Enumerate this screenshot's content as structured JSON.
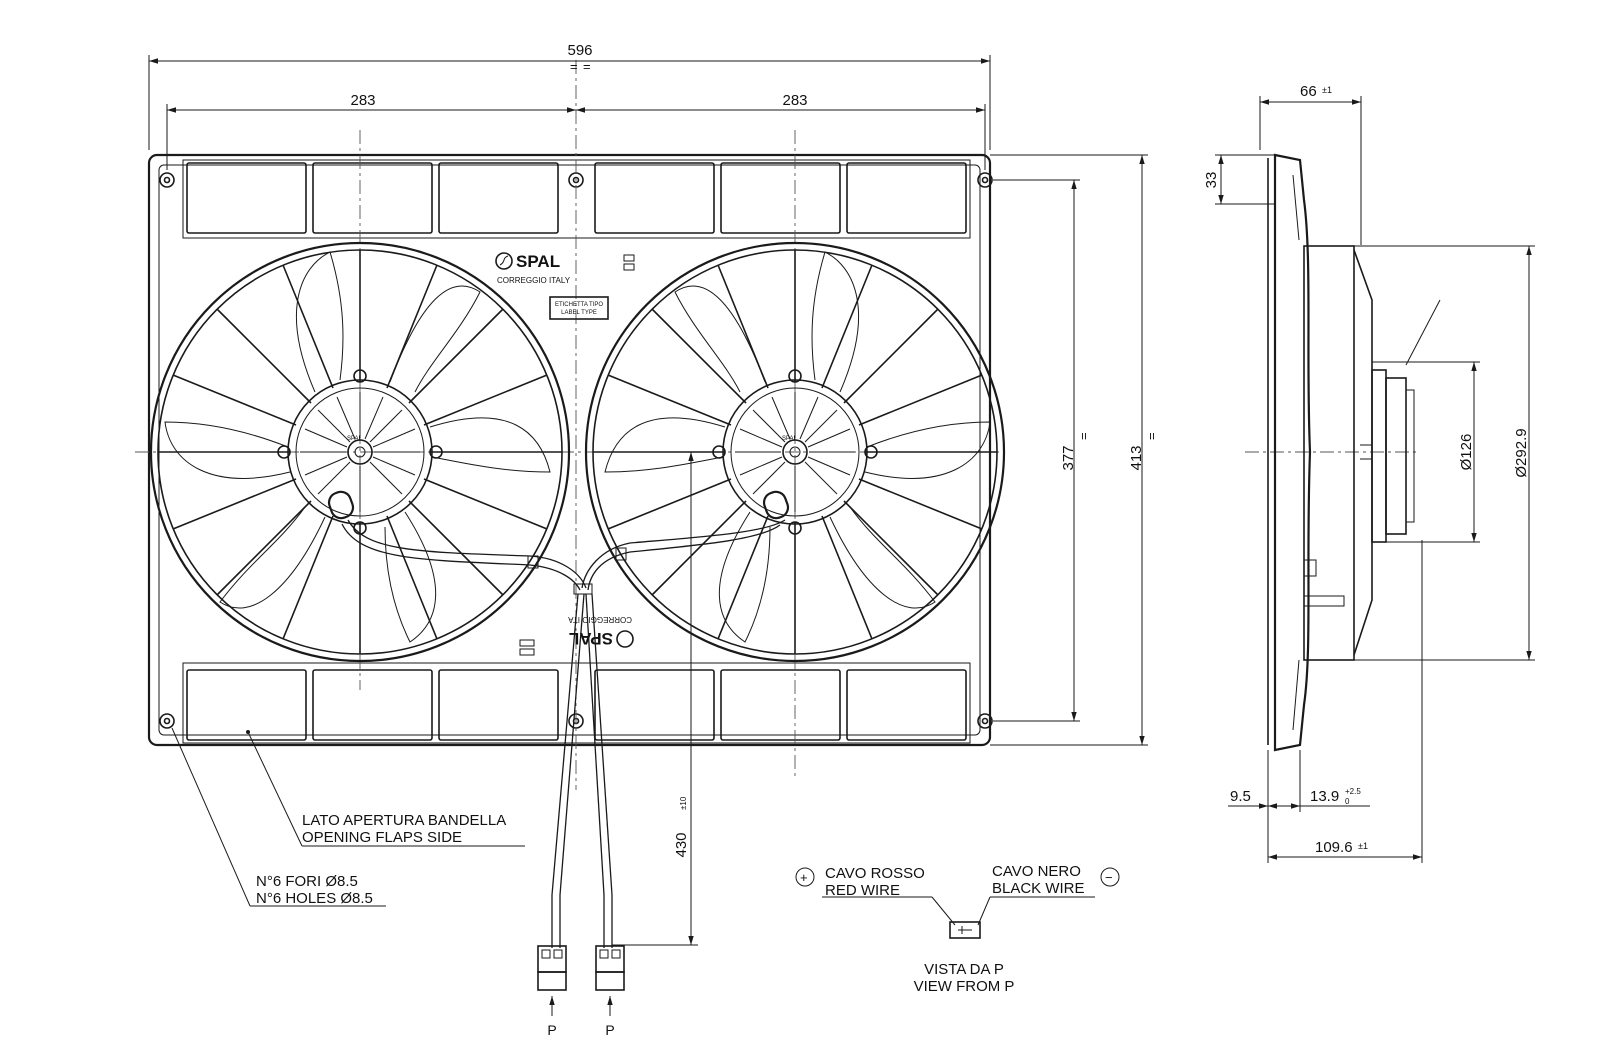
{
  "dimensions": {
    "overall_width": "596",
    "half_left": "283",
    "half_right": "283",
    "height_holes": "377",
    "height_overall": "413",
    "side_depth_top": "66",
    "side_depth_top_tol": "±1",
    "side_top_offset": "33",
    "side_motor_dia": "Ø126",
    "side_fan_dia": "Ø292.9",
    "side_flange": "9.5",
    "side_flap": "13.9",
    "side_flap_tol_sup": "+2.5",
    "side_flap_tol_sub": "0",
    "side_total": "109.6",
    "side_total_tol": "±1",
    "cable_length": "430",
    "cable_length_tol": "±10",
    "equal_mark": "="
  },
  "labels": {
    "brand": "SPAL",
    "brand_sub": "CORREGGIO   ITALY",
    "brand_sub_mirror": "CORREGGIO   ITA",
    "label_box_line1": "ETICHETTA TIPO",
    "label_box_line2": "LABEL TYPE",
    "flaps_it": "LATO APERTURA BANDELLA",
    "flaps_en": "OPENING FLAPS SIDE",
    "holes_it": "N°6 FORI Ø8.5",
    "holes_en": "N°6 HOLES Ø8.5",
    "red_wire_it": "CAVO ROSSO",
    "red_wire_en": "RED WIRE",
    "black_wire_it": "CAVO NERO",
    "black_wire_en": "BLACK WIRE",
    "view_it": "VISTA DA P",
    "view_en": "VIEW FROM P",
    "view_p_left": "P",
    "view_p_right": "P",
    "plus_symbol": "+",
    "minus_symbol": "−",
    "motor_logo": "SPAL"
  }
}
